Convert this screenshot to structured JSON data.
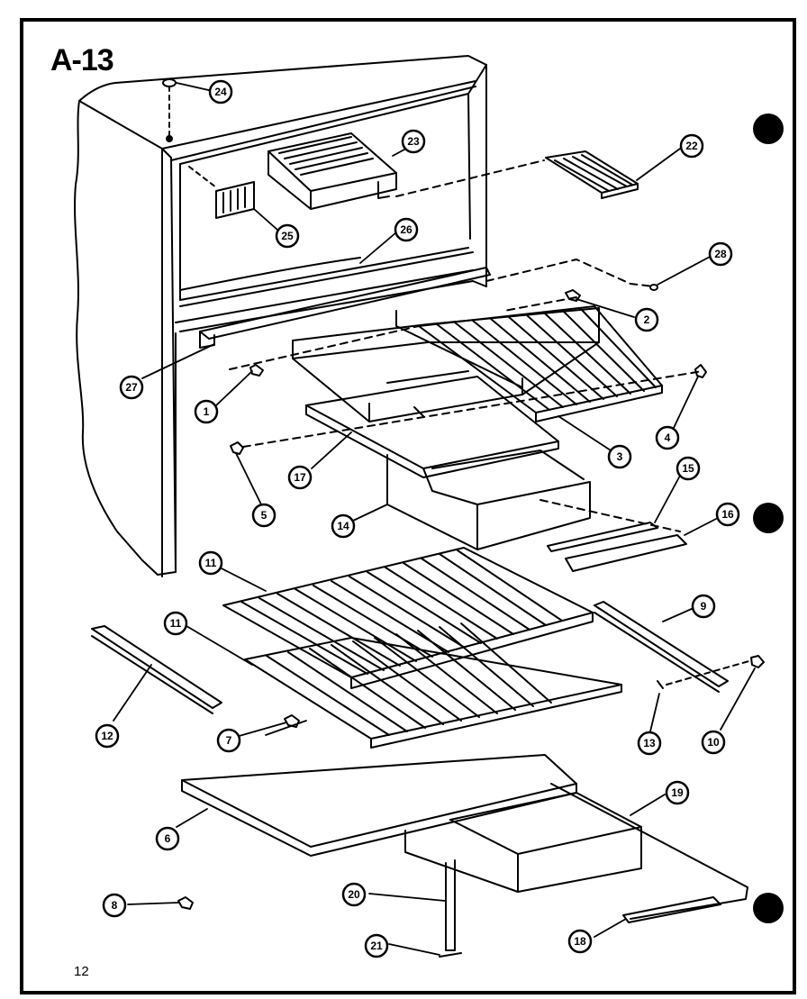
{
  "title": "A-13",
  "page_number": "12",
  "callouts": [
    "1",
    "2",
    "3",
    "4",
    "5",
    "6",
    "7",
    "8",
    "9",
    "10",
    "11",
    "11",
    "12",
    "13",
    "14",
    "15",
    "16",
    "17",
    "18",
    "19",
    "20",
    "21",
    "22",
    "23",
    "24",
    "25",
    "26",
    "27",
    "28"
  ]
}
